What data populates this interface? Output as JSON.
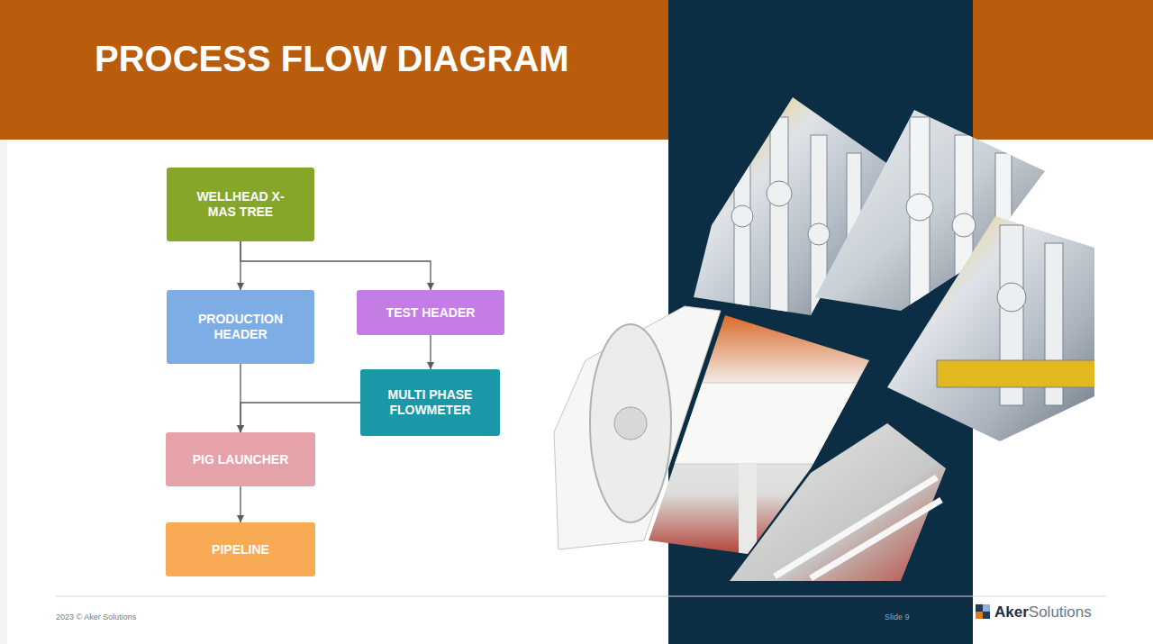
{
  "diagram": {
    "title": "PROCESS FLOW DIAGRAM",
    "nodes": [
      {
        "text": [
          "WELLHEAD X-MAS TREE"
        ]
      },
      {
        "text": [
          "PRODUCTION HEADER"
        ]
      },
      {
        "text": [
          "TEST HEADER"
        ]
      },
      {
        "text": [
          "MULTI PHASE FLOWMETER"
        ]
      },
      {
        "text": [
          "PIG LAUNCHER"
        ]
      },
      {
        "text": [
          "PIPELINE"
        ]
      }
    ],
    "edges": [
      {
        "from": 0,
        "to": 1,
        "arrow": "to"
      },
      {
        "from": 0,
        "to": 2,
        "arrow": "to"
      },
      {
        "from": 2,
        "to": 3,
        "arrow": "to"
      },
      {
        "from": 1,
        "to": 4,
        "arrow": "to"
      },
      {
        "from": 3,
        "to": 4,
        "arrow": "to"
      },
      {
        "from": 4,
        "to": 5,
        "arrow": "to"
      }
    ],
    "labels": [
      "2023 © Aker Solutions",
      "Slide 9",
      "Aker",
      "Solutions"
    ]
  }
}
